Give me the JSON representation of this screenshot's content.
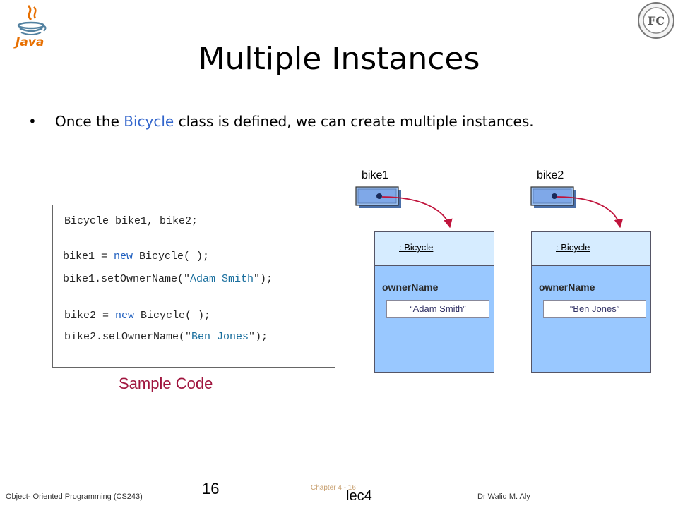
{
  "header": {
    "logo_text": "Java",
    "seal_text": "FC"
  },
  "title": "Multiple Instances",
  "bullet": {
    "before": "Once the ",
    "keyword": "Bicycle",
    "after": " class is defined, we can create multiple instances."
  },
  "code": {
    "line1": "Bicycle bike1, bike2;",
    "line2_a": "bike1 = ",
    "line2_kw": "new",
    "line2_b": " Bicycle( );",
    "line3_a": "bike1.setOwnerName(\"",
    "line3_str": "Adam Smith",
    "line3_b": "\");",
    "line4_a": "bike2 = ",
    "line4_kw": "new",
    "line4_b": " Bicycle( );",
    "line5_a": "bike2.setOwnerName(\"",
    "line5_str": "Ben Jones",
    "line5_b": "\");"
  },
  "caption": "Sample Code",
  "diagram": {
    "objects": [
      {
        "ref": "bike1",
        "type": ": Bicycle",
        "field": "ownerName",
        "value": "“Adam Smith”"
      },
      {
        "ref": "bike2",
        "type": ": Bicycle",
        "field": "ownerName",
        "value": "“Ben Jones”"
      }
    ],
    "colors": {
      "arrow": "#c0143c",
      "object_body": "#99c8ff",
      "object_header": "#d6ecff",
      "ref_box": "#7fa8e8"
    }
  },
  "footer": {
    "course": "Object- Oriented Programming (CS243)",
    "page": "16",
    "chapter": "Chapter 4 - 16",
    "lecture": "lec4",
    "author": "Dr Walid M. Aly"
  }
}
